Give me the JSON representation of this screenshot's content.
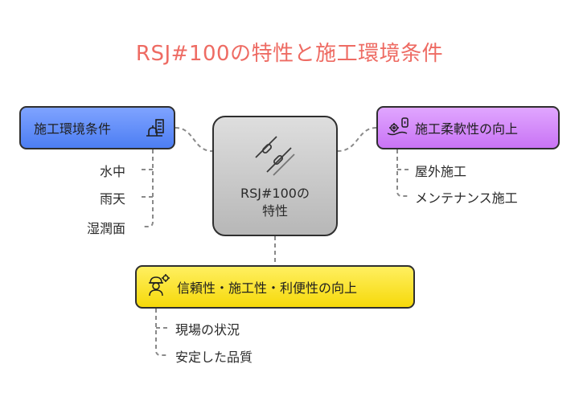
{
  "title": "RSJ#100の特性と施工環境条件",
  "center": {
    "line1": "RSJ#100の",
    "line2": "特性",
    "icon": "resistor-chain-icon"
  },
  "left_box": {
    "label": "施工環境条件",
    "icon": "construction-helmet-icon",
    "color": "#5b8af7",
    "items": [
      "水中",
      "雨天",
      "湿潤面"
    ]
  },
  "right_box": {
    "label": "施工柔軟性の向上",
    "icon": "settings-hands-icon",
    "color": "#d489fb",
    "items": [
      "屋外施工",
      "メンテナンス施工"
    ]
  },
  "bottom_box": {
    "label": "信頼性・施工性・利便性の向上",
    "icon": "worker-gear-icon",
    "color": "#f9e22a",
    "items": [
      "現場の状況",
      "安定した品質"
    ]
  },
  "colors": {
    "title": "#ee6b63",
    "connector": "#8a8a8a",
    "border": "#2f2f2f"
  }
}
